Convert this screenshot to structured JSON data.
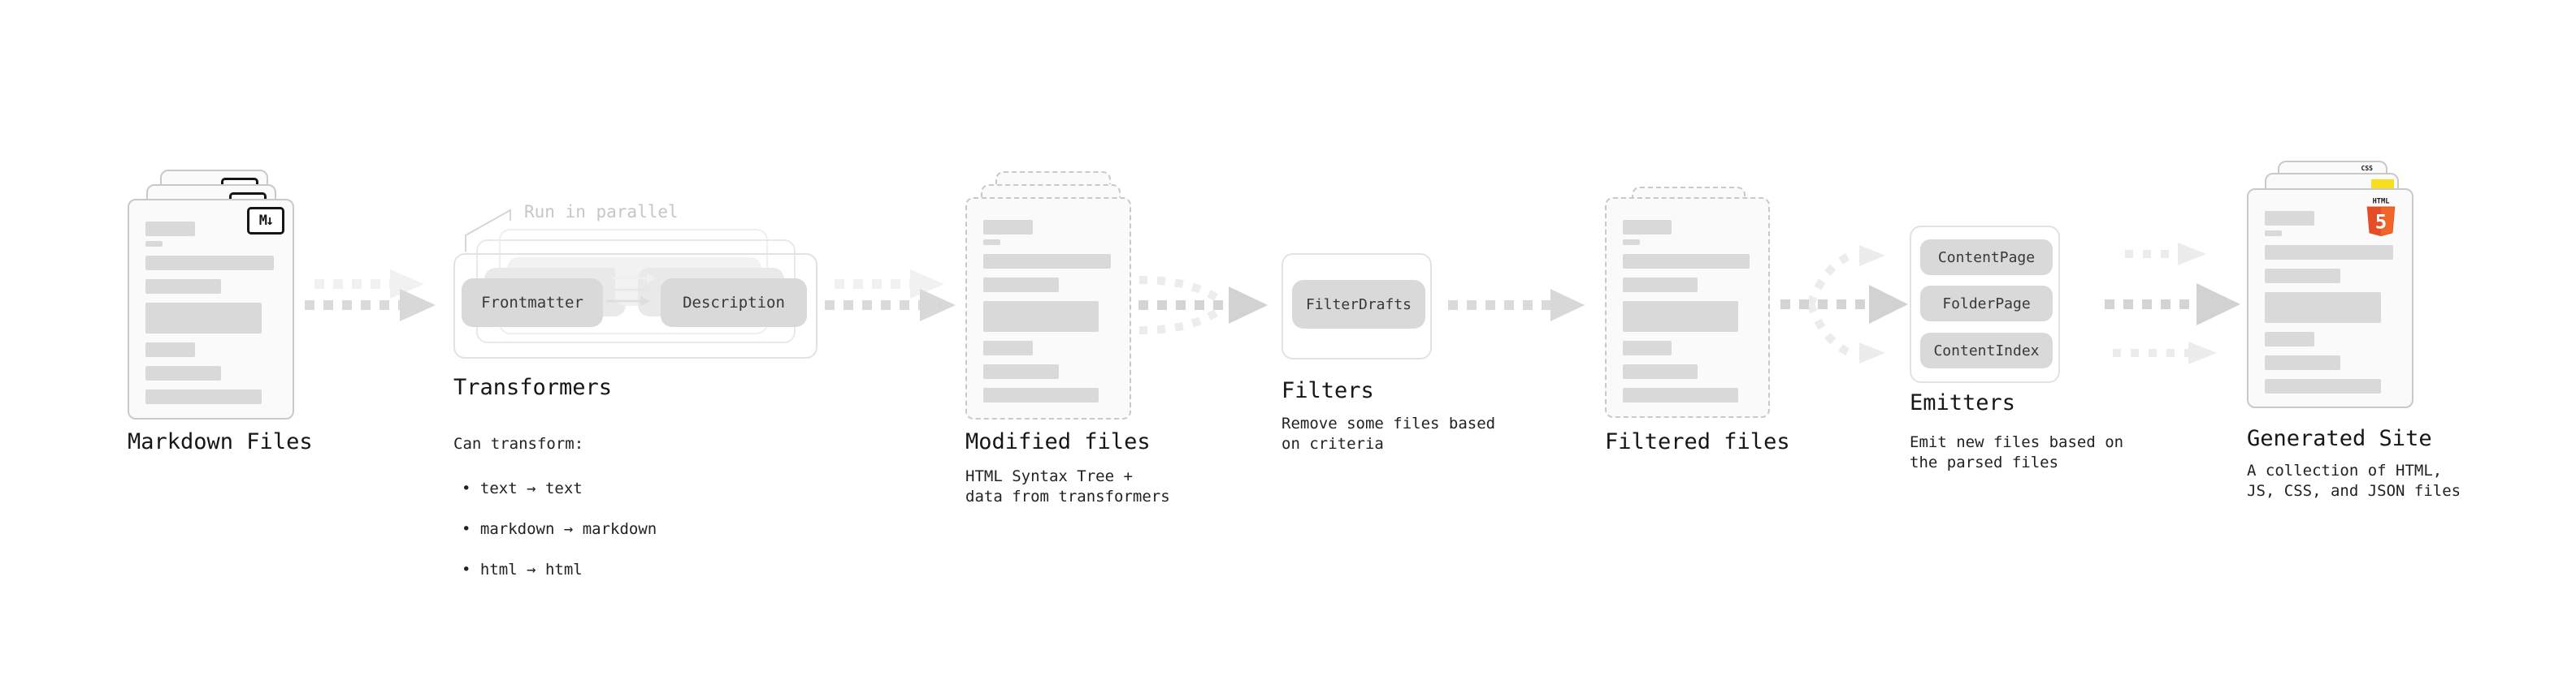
{
  "stages": {
    "markdown_files": {
      "label": "Markdown Files",
      "badge": "M↓"
    },
    "transformers": {
      "annotation": "Run in parallel",
      "pill_left": "Frontmatter",
      "pill_right": "Description",
      "label": "Transformers",
      "desc_heading": "Can transform:",
      "bullets": [
        "• text → text",
        "• markdown → markdown",
        "• html → html"
      ]
    },
    "modified_files": {
      "label": "Modified files",
      "description": "HTML Syntax Tree +\ndata from transformers"
    },
    "filters": {
      "pill": "FilterDrafts",
      "label": "Filters",
      "description": "Remove some files based\non criteria"
    },
    "filtered_files": {
      "label": "Filtered files"
    },
    "emitters": {
      "pills": [
        "ContentPage",
        "FolderPage",
        "ContentIndex"
      ],
      "label": "Emitters",
      "description": "Emit new files based on\nthe parsed files"
    },
    "generated_site": {
      "label": "Generated Site",
      "description": "A collection of HTML,\nJS, CSS, and JSON files",
      "badge_css": "CSS",
      "badge_html": "HTML",
      "badge_html_number": "5"
    }
  },
  "icons": {
    "markdown_icon": "M↓ badge",
    "css_icon": "CSS blue underline badge",
    "js_icon": "yellow JS square",
    "html5_icon": "orange HTML5 shield"
  },
  "colors": {
    "html_orange": "#e44d26",
    "html_orange_light": "#f16529",
    "js_yellow": "#f7df1e",
    "css_blue": "#2d65f2",
    "pill_gray": "#d9d9d9",
    "bar_gray": "#d9d9d9"
  }
}
